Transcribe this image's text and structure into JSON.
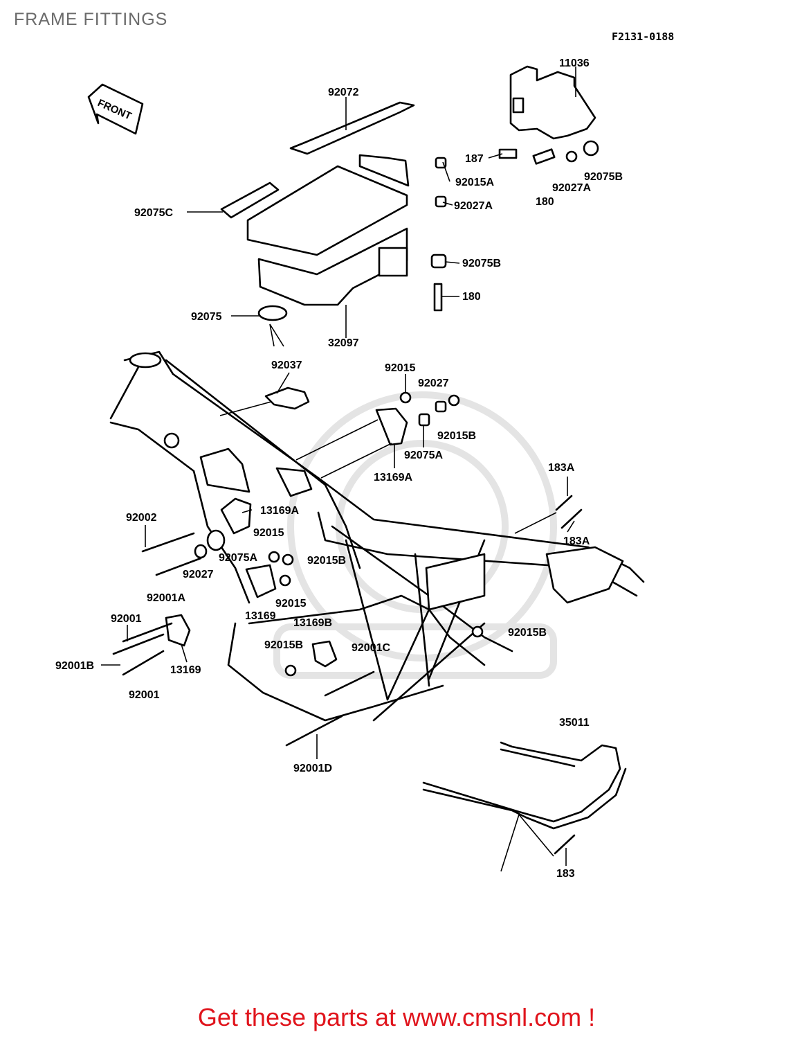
{
  "header": {
    "title": "FRAME FITTINGS",
    "drawing_code": "F2131-0188"
  },
  "front_arrow": {
    "label": "FRONT"
  },
  "parts": [
    {
      "label": "11036"
    },
    {
      "label": "92072"
    },
    {
      "label": "187"
    },
    {
      "label": "92015A"
    },
    {
      "label": "92075B"
    },
    {
      "label": "92027A"
    },
    {
      "label": "180"
    },
    {
      "label": "92075C"
    },
    {
      "label": "92027A"
    },
    {
      "label": "92075B"
    },
    {
      "label": "180"
    },
    {
      "label": "92075"
    },
    {
      "label": "32097"
    },
    {
      "label": "92037"
    },
    {
      "label": "92015"
    },
    {
      "label": "92027"
    },
    {
      "label": "92015B"
    },
    {
      "label": "92075A"
    },
    {
      "label": "13169A"
    },
    {
      "label": "183A"
    },
    {
      "label": "13169A"
    },
    {
      "label": "92002"
    },
    {
      "label": "92015"
    },
    {
      "label": "183A"
    },
    {
      "label": "92075A"
    },
    {
      "label": "92015B"
    },
    {
      "label": "92027"
    },
    {
      "label": "92001A"
    },
    {
      "label": "92015"
    },
    {
      "label": "13169"
    },
    {
      "label": "92001"
    },
    {
      "label": "13169B"
    },
    {
      "label": "92015B"
    },
    {
      "label": "92015B"
    },
    {
      "label": "92001C"
    },
    {
      "label": "92001B"
    },
    {
      "label": "13169"
    },
    {
      "label": "92001"
    },
    {
      "label": "35011"
    },
    {
      "label": "92001D"
    },
    {
      "label": "183"
    }
  ],
  "footer": {
    "text": "Get these parts at www.cmsnl.com !"
  }
}
